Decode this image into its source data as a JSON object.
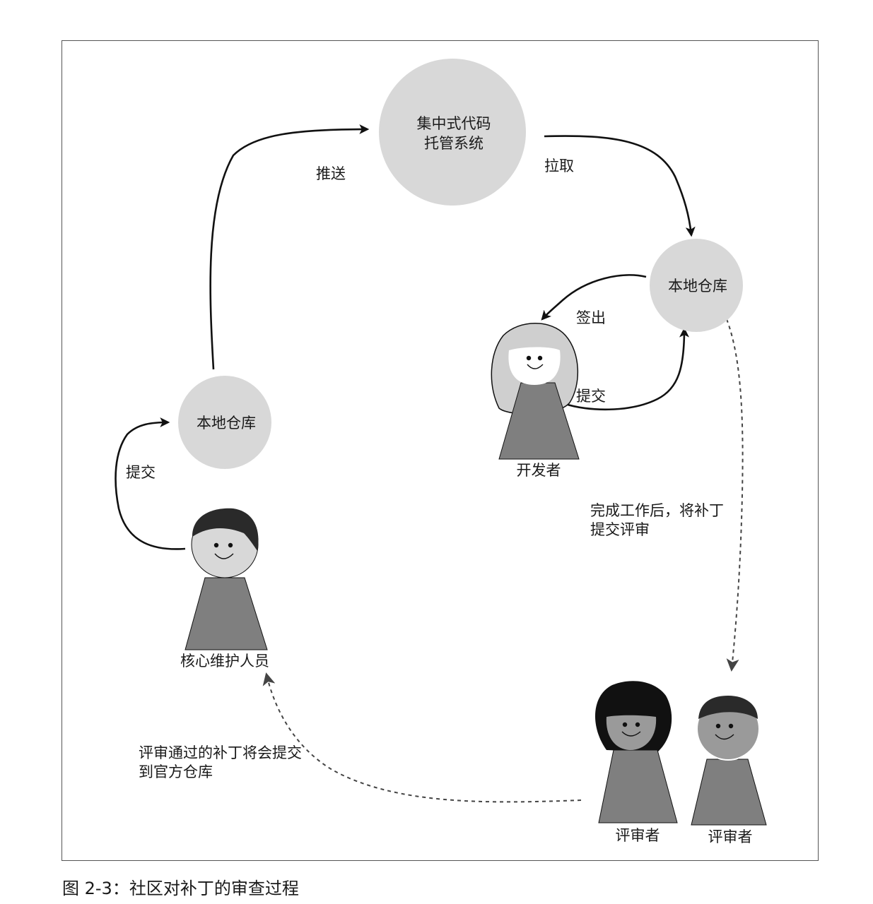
{
  "nodes": {
    "central_repo": {
      "line1": "集中式代码",
      "line2": "托管系统"
    },
    "local_repo_dev": {
      "label": "本地仓库"
    },
    "local_repo_core": {
      "label": "本地仓库"
    }
  },
  "people": {
    "developer": {
      "label": "开发者"
    },
    "core_maintainer": {
      "label": "核心维护人员"
    },
    "reviewer_1": {
      "label": "评审者"
    },
    "reviewer_2": {
      "label": "评审者"
    }
  },
  "edges": {
    "push": "推送",
    "pull": "拉取",
    "checkout": "签出",
    "commit_dev": "提交",
    "commit_core": "提交",
    "submit_review": {
      "line1": "完成工作后，将补丁",
      "line2": "提交评审"
    },
    "approved": {
      "line1": "评审通过的补丁将会提交",
      "line2": "到官方仓库"
    }
  },
  "caption": "图 2-3：社区对补丁的审查过程",
  "colors": {
    "node_fill": "#d8d8d8",
    "body_fill": "#7f7f7f",
    "hair_dark": "#2a2a2a",
    "hair_light": "#cfcfcf",
    "face_gray": "#9a9a9a",
    "line": "#111111"
  }
}
